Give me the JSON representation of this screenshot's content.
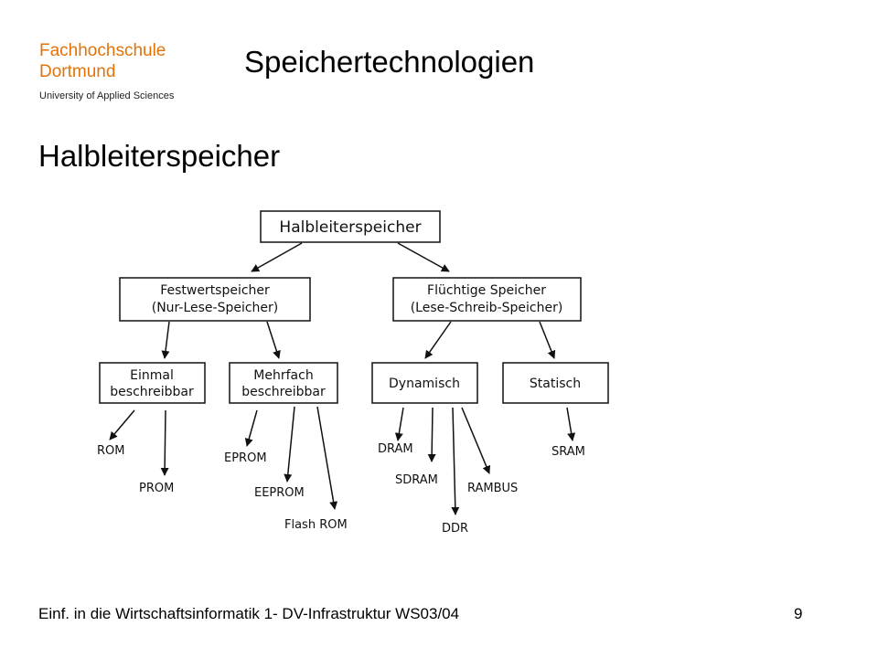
{
  "header": {
    "logo_line1": "Fachhochschule",
    "logo_line2": "Dortmund",
    "logo_sub": "University of Applied Sciences",
    "title": "Speichertechnologien"
  },
  "section_heading": "Halbleiterspeicher",
  "diagram": {
    "root": "Halbleiterspeicher",
    "festwert_line1": "Festwertspeicher",
    "festwert_line2": "(Nur-Lese-Speicher)",
    "fluechtig_line1": "Flüchtige Speicher",
    "fluechtig_line2": "(Lese-Schreib-Speicher)",
    "einmal_line1": "Einmal",
    "einmal_line2": "beschreibbar",
    "mehrfach_line1": "Mehrfach",
    "mehrfach_line2": "beschreibbar",
    "dynamisch": "Dynamisch",
    "statisch": "Statisch",
    "rom": "ROM",
    "prom": "PROM",
    "eprom": "EPROM",
    "eeprom": "EEPROM",
    "flash_rom": "Flash ROM",
    "dram": "DRAM",
    "sdram": "SDRAM",
    "ddr": "DDR",
    "rambus": "RAMBUS",
    "sram": "SRAM"
  },
  "footer": {
    "text": "Einf. in die Wirtschaftsinformatik 1- DV-Infrastruktur WS03/04",
    "page_number": "9"
  }
}
